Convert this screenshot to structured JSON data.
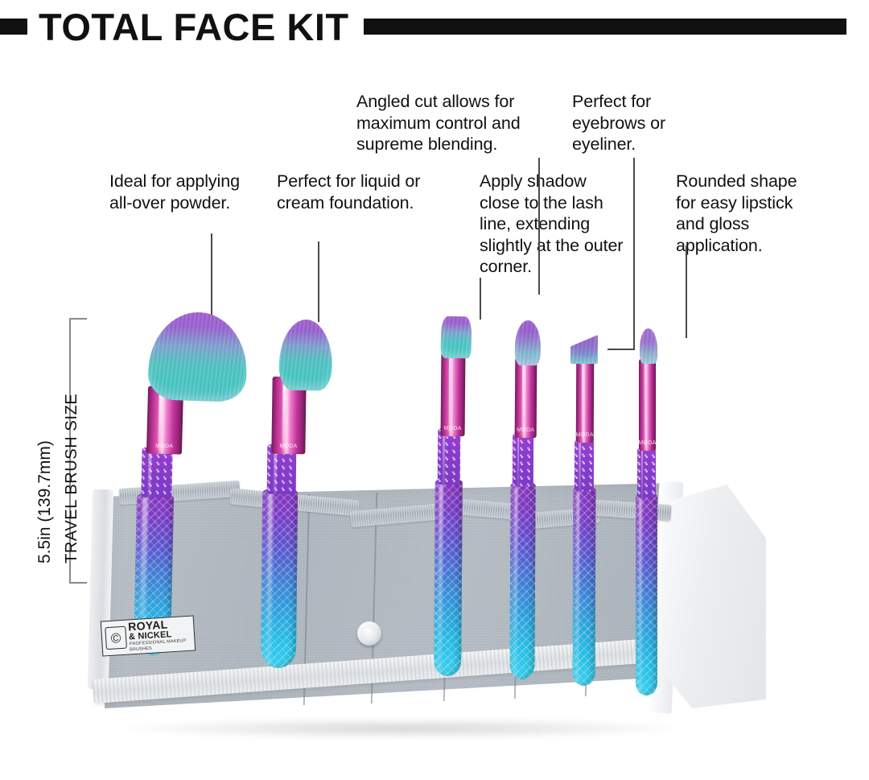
{
  "title": {
    "text": "TOTAL FACE KIT"
  },
  "callouts": [
    {
      "id": "powder",
      "text": "Ideal for applying all-over powder."
    },
    {
      "id": "foundation",
      "text": "Perfect for liquid or cream foundation."
    },
    {
      "id": "angled",
      "text": "Angled cut allows for maximum control and supreme blending."
    },
    {
      "id": "brow",
      "text": "Perfect for eyebrows or eyeliner."
    },
    {
      "id": "shadow",
      "text": "Apply shadow close to the lash line, extending slightly at the outer corner."
    },
    {
      "id": "lip",
      "text": "Rounded shape for easy lipstick and gloss application."
    }
  ],
  "measurement": {
    "size_label": "5.5in (139.7mm)",
    "axis_label": "TRAVEL BRUSH SIZE"
  },
  "brand": {
    "mark": "©",
    "name": "ROYAL",
    "sub": "& NICKEL",
    "tagline": "PROFESSIONAL MAKEUP BRUSHES"
  },
  "brush_imprint": {
    "logo": "MODA"
  },
  "colors": {
    "bristle_top": "#a25fd0",
    "bristle_tip": "#49c6c3",
    "ferrule": "#e056b4",
    "handle_top": "#8a36c0",
    "handle_bottom": "#35d2f2",
    "case_fabric": "#b4bcc5",
    "case_binding": "#eceef0",
    "title": "#111111",
    "leader_line": "#4a4a4a"
  }
}
